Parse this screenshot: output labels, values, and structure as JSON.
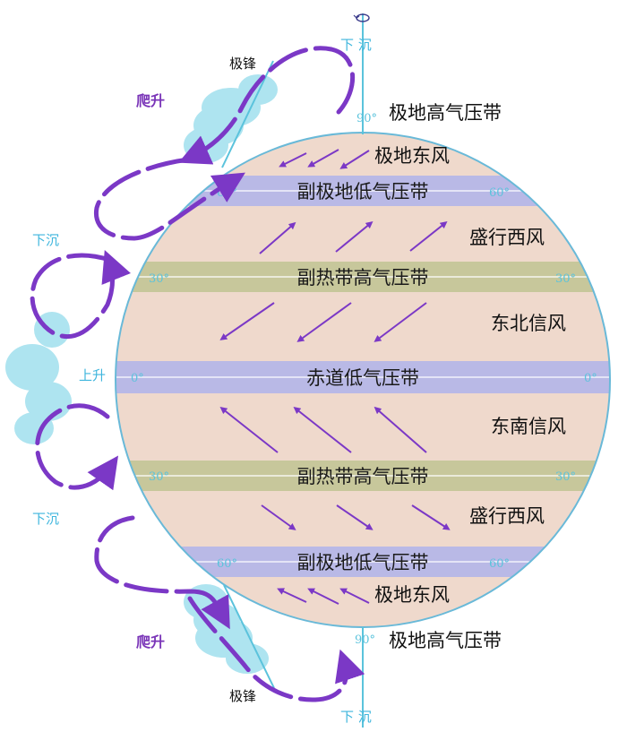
{
  "colors": {
    "globe_base": "#efd9cc",
    "globe_outline": "#69b9d8",
    "low_pressure": "#b9b9e6",
    "high_pressure": "#c7c79b",
    "arrow": "#7b38c6",
    "cloud": "#aee4f0",
    "axis": "#5bc3dc"
  },
  "axis_labels": {
    "top_motion": "下 沉",
    "bottom_motion": "下 沉",
    "top_lat": "90°",
    "bottom_lat": "90°"
  },
  "belts": {
    "north_subpolar_low": "副极地低气压带",
    "north_subtropical_high": "副热带高气压带",
    "equatorial_low": "赤道低气压带",
    "south_subtropical_high": "副热带高气压带",
    "south_subpolar_low": "副极地低气压带"
  },
  "side_labels": {
    "north_polar_high": "极地高气压带",
    "north_polar_easterlies": "极地东风",
    "north_westerlies": "盛行西风",
    "northeast_trades": "东北信风",
    "southeast_trades": "东南信风",
    "south_westerlies": "盛行西风",
    "south_polar_easterlies": "极地东风",
    "south_polar_high": "极地高气压带"
  },
  "latitude_marks": {
    "n60_left": "60°",
    "n60_right": "60°",
    "n30_left": "30°",
    "n30_right": "30°",
    "eq_left": "0°",
    "eq_right": "0°",
    "s30_left": "30°",
    "s30_right": "30°",
    "s60_left": "60°",
    "s60_right": "60°"
  },
  "circulation_labels": {
    "north_front": "极锋",
    "north_rise": "爬升",
    "north_sink": "下沉",
    "equator_rise": "上升",
    "south_sink": "下沉",
    "south_rise": "爬升",
    "south_front": "极锋"
  }
}
